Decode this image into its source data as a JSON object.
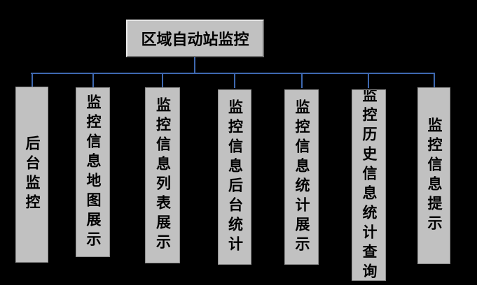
{
  "diagram": {
    "title": "区域自动站监控",
    "root": {
      "label": "区域自动站监控"
    },
    "children": [
      {
        "label": "后台监控"
      },
      {
        "label": "监控信息地图展示"
      },
      {
        "label": "监控信息列表展示"
      },
      {
        "label": "监控信息后台统计"
      },
      {
        "label": "监控信息统计展示"
      },
      {
        "label": "监控历史信息统计查询"
      },
      {
        "label": "监控信息提示"
      }
    ],
    "colors": {
      "background": "#000000",
      "box_fill": "#c1c1c1",
      "box_border": "#8f8f8f",
      "connector": "#3e68b0",
      "text": "#000000"
    }
  }
}
